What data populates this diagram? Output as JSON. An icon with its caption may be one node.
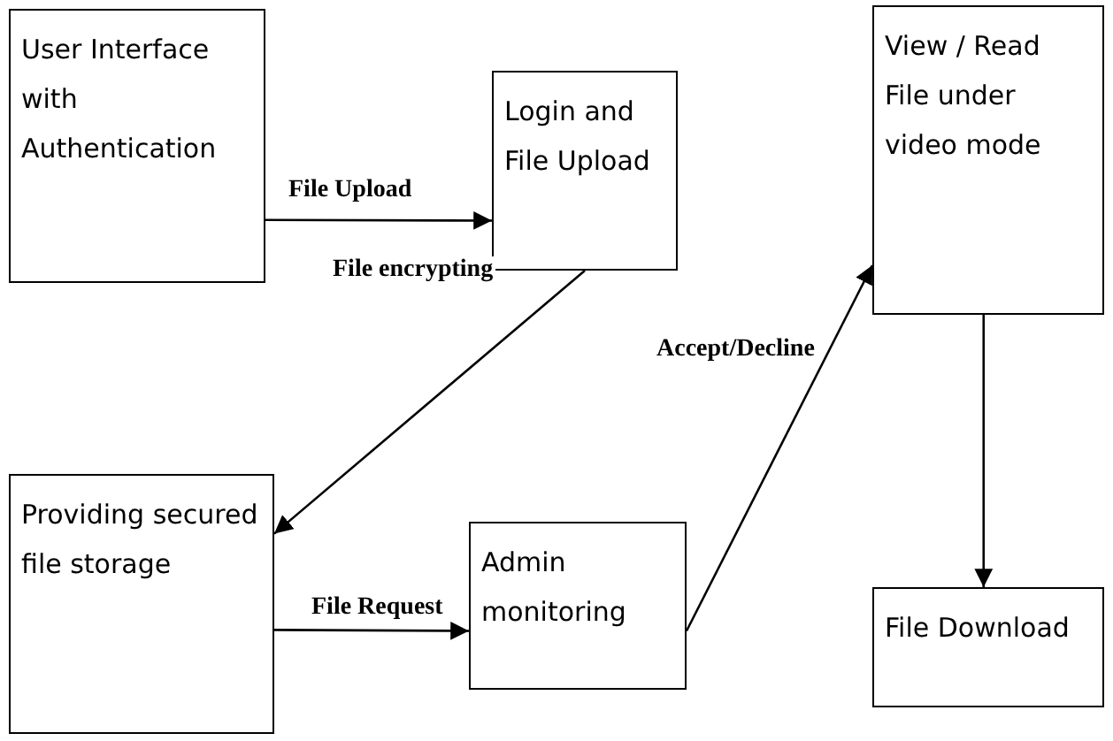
{
  "diagram": {
    "nodes": [
      {
        "text": [
          "User Interface with Authentication"
        ]
      },
      {
        "text": [
          "Login and File Upload"
        ]
      },
      {
        "text": [
          "View / Read File under video mode"
        ]
      },
      {
        "text": [
          "Providing secured file storage"
        ]
      },
      {
        "text": [
          "Admin monitoring"
        ]
      },
      {
        "text": [
          "File Download"
        ]
      }
    ],
    "edges": [
      {
        "from": 0,
        "to": 1,
        "arrow": "to",
        "label": "File Upload"
      },
      {
        "from": 1,
        "to": 3,
        "arrow": "to",
        "label": "File encrypting"
      },
      {
        "from": 3,
        "to": 4,
        "arrow": "to",
        "label": "File Request"
      },
      {
        "from": 4,
        "to": 2,
        "arrow": "to",
        "label": "Accept/Decline"
      },
      {
        "from": 2,
        "to": 5,
        "arrow": "to"
      }
    ]
  }
}
